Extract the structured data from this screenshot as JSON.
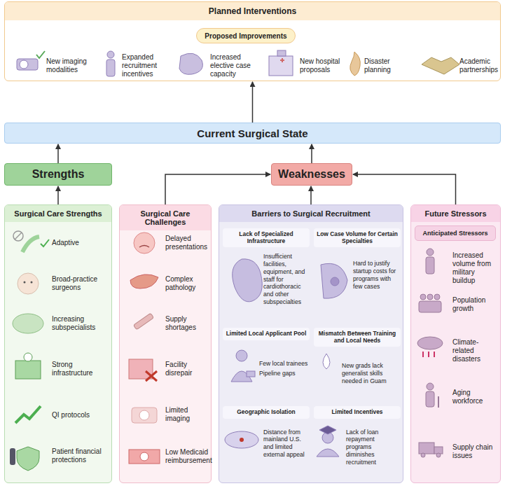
{
  "diagram": {
    "nodes": [
      {
        "text": [
          "Planned Interventions"
        ]
      },
      {
        "text": [
          "Proposed Improvements"
        ],
        "in": 0
      },
      {
        "text": [
          "New imaging modalities"
        ],
        "in": 0
      },
      {
        "text": [
          "Expanded recruitment incentives"
        ],
        "in": 0
      },
      {
        "text": [
          "Increased elective case capacity"
        ],
        "in": 0
      },
      {
        "text": [
          "New hospital proposals"
        ],
        "in": 0
      },
      {
        "text": [
          "Disaster planning"
        ],
        "in": 0
      },
      {
        "text": [
          "Academic partnerships"
        ],
        "in": 0
      },
      {
        "text": [
          "Current Surgical State"
        ]
      },
      {
        "text": [
          "Strengths"
        ]
      },
      {
        "text": [
          "Weaknesses"
        ]
      },
      {
        "text": [
          "Surgical Care Strengths"
        ]
      },
      {
        "text": [
          "Adaptive"
        ],
        "in": 11
      },
      {
        "text": [
          "Broad-practice surgeons"
        ],
        "in": 11
      },
      {
        "text": [
          "Increasing subspecialists"
        ],
        "in": 11
      },
      {
        "text": [
          "Strong infrastructure"
        ],
        "in": 11
      },
      {
        "text": [
          "QI protocols"
        ],
        "in": 11
      },
      {
        "text": [
          "Patient financial protections"
        ],
        "in": 11
      },
      {
        "text": [
          "Surgical Care Challenges"
        ]
      },
      {
        "text": [
          "Delayed presentations"
        ],
        "in": 18
      },
      {
        "text": [
          "Complex pathology"
        ],
        "in": 18
      },
      {
        "text": [
          "Supply shortages"
        ],
        "in": 18
      },
      {
        "text": [
          "Facility disrepair"
        ],
        "in": 18
      },
      {
        "text": [
          "Limited imaging"
        ],
        "in": 18
      },
      {
        "text": [
          "Low Medicaid reimbursement"
        ],
        "in": 18
      },
      {
        "text": [
          "Barriers to Surgical Recruitment"
        ]
      },
      {
        "text": [
          "Lack of Specialized Infrastructure",
          "Insufficient facilities, equipment, and staff for cardiothoracic and other subspecialties"
        ],
        "in": 25
      },
      {
        "text": [
          "Low Case Volume for Certain Specialties",
          "Hard to justify startup costs for programs with few cases"
        ],
        "in": 25
      },
      {
        "text": [
          "Limited Local Applicant Pool",
          "Few local trainees",
          "Pipeline gaps"
        ],
        "in": 25
      },
      {
        "text": [
          "Mismatch Between Training and Local Needs",
          "New grads lack generalist skills needed in Guam"
        ],
        "in": 25
      },
      {
        "text": [
          "Geographic Isolation",
          "Distance from mainland U.S. and limited external appeal"
        ],
        "in": 25
      },
      {
        "text": [
          "Limited Incentives",
          "Lack of loan repayment programs diminishes recruitment"
        ],
        "in": 25
      },
      {
        "text": [
          "Future Stressors"
        ]
      },
      {
        "text": [
          "Anticipated Stressors"
        ],
        "in": 32
      },
      {
        "text": [
          "Increased volume from military buildup"
        ],
        "in": 32
      },
      {
        "text": [
          "Population growth"
        ],
        "in": 32
      },
      {
        "text": [
          "Climate-related disasters"
        ],
        "in": 32
      },
      {
        "text": [
          "Aging workforce"
        ],
        "in": 32
      },
      {
        "text": [
          "Supply chain issues"
        ],
        "in": 32
      }
    ],
    "edges": [
      {
        "from": 8,
        "to": 0,
        "arrow": "to"
      },
      {
        "from": 9,
        "to": 8,
        "arrow": "to"
      },
      {
        "from": 10,
        "to": 8,
        "arrow": "to"
      },
      {
        "from": 11,
        "to": 9,
        "arrow": "to"
      },
      {
        "from": 18,
        "to": 10,
        "arrow": "to"
      },
      {
        "from": 25,
        "to": 10,
        "arrow": "to"
      },
      {
        "from": 32,
        "to": 10,
        "arrow": "to"
      }
    ]
  }
}
